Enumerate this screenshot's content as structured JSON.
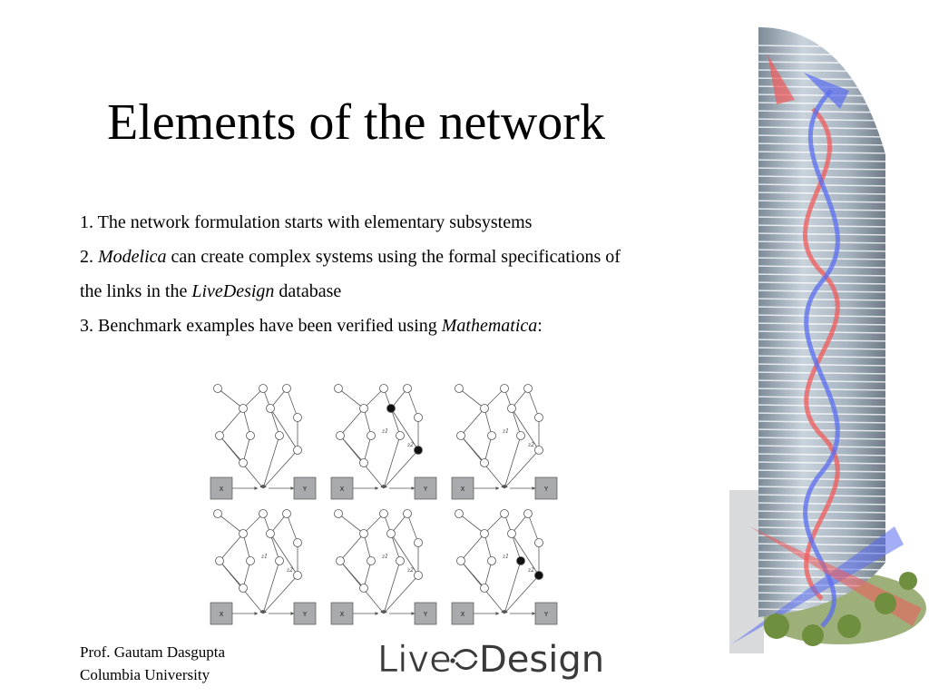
{
  "slide": {
    "title": "Elements of the network",
    "bullets": {
      "item1": "1. The network formulation starts with elementary subsystems",
      "item2_prefix": "2. ",
      "item2_italic": "Modelica",
      "item2_rest": " can create complex systems using the formal specifications of",
      "item2_line2_prefix": "the links in the ",
      "item2_line2_italic": "LiveDesign",
      "item2_line2_rest": " database",
      "item3_prefix": "3. Benchmark examples have been verified using ",
      "item3_italic": "Mathematica",
      "item3_rest": ":"
    },
    "networks": {
      "box_labels": {
        "left": "X",
        "right": "Y"
      },
      "z_labels": {
        "z1": "z1",
        "z2": "z2"
      },
      "colors": {
        "node": "#ffffff",
        "stroke": "#555555",
        "box": "#a8aaae",
        "filled": "#111111"
      }
    },
    "footer": {
      "name": "Prof. Gautam Dasgupta",
      "affiliation": "Columbia University"
    },
    "logo": {
      "text_left": "Live",
      "text_right": "Design",
      "color": "#3a3a3a"
    },
    "tower": {
      "colors": {
        "glass": "#9aa7b4",
        "red_arrow": "#f05a5a",
        "blue_arrow": "#5a6cf0"
      }
    }
  }
}
